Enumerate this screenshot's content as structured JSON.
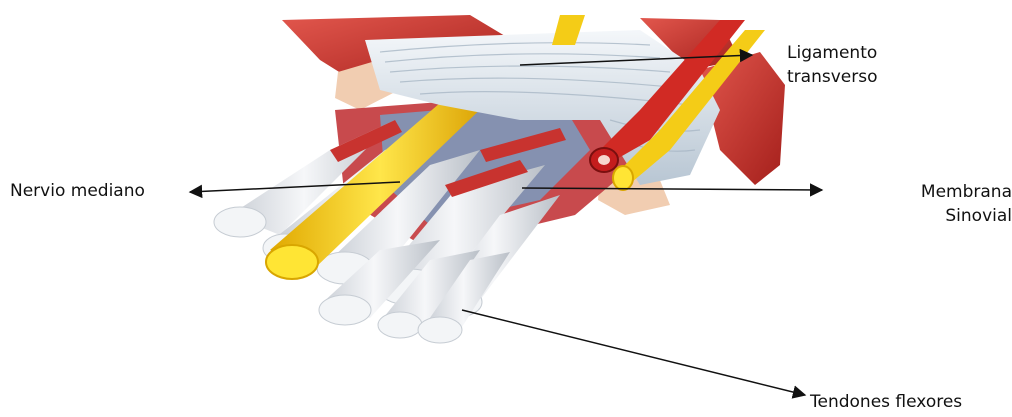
{
  "labels": {
    "ligamento_line1": "Ligamento",
    "ligamento_line2": "transverso",
    "nervio": "Nervio mediano",
    "membrana_line1": "Membrana",
    "membrana_line2": "Sinovial",
    "tendones": "Tendones flexores"
  },
  "colors": {
    "muscle": "#c8332f",
    "nerve": "#f4cc17",
    "ligament": "#dde6ee",
    "tendon": "#e9ecef",
    "synovial_blue": "#6fa9d2",
    "bone": "#f1cdb1"
  }
}
